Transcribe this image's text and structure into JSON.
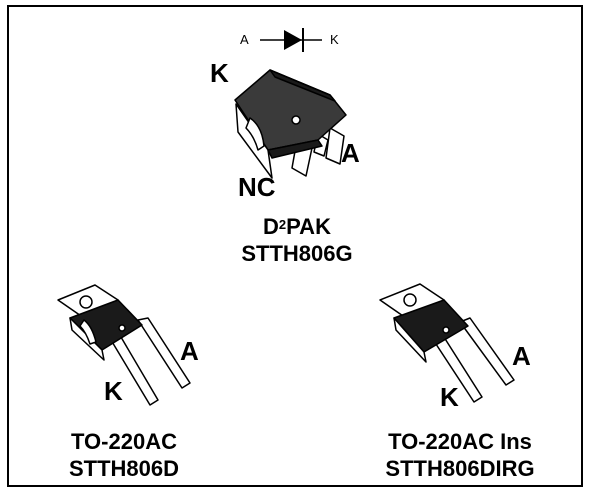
{
  "symbol": {
    "anode": "A",
    "cathode": "K"
  },
  "d2pak": {
    "pin_cathode": "K",
    "pin_anode": "A",
    "pin_nc": "NC",
    "package_prefix": "D",
    "package_sup": "2",
    "package_suffix": "PAK",
    "part": "STTH806G"
  },
  "to220ac": {
    "pin_anode": "A",
    "pin_cathode": "K",
    "package": "TO-220AC",
    "part": "STTH806D"
  },
  "to220ac_ins": {
    "pin_anode": "A",
    "pin_cathode": "K",
    "package": "TO-220AC Ins",
    "part": "STTH806DIRG"
  }
}
